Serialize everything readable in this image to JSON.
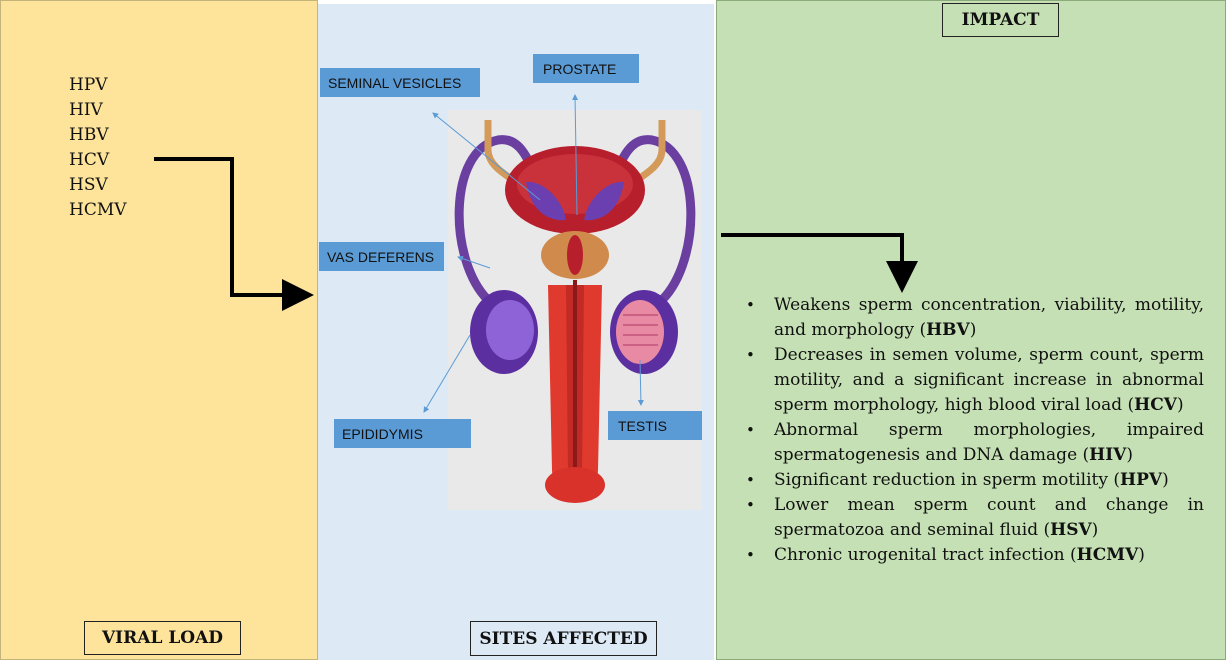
{
  "viral_load": {
    "caption": "VIRAL LOAD",
    "viruses": [
      "HPV",
      "HIV",
      "HBV",
      "HCV",
      "HSV",
      "HCMV"
    ]
  },
  "sites_affected": {
    "caption": "SITES AFFECTED",
    "labels": {
      "seminal_vesicles": "SEMINAL VESICLES",
      "prostate": "PROSTATE",
      "vas_deferens": "VAS DEFERENS",
      "epididymis": "EPIDIDYMIS",
      "testis": "TESTIS"
    }
  },
  "impact": {
    "caption": "IMPACT",
    "items": [
      {
        "text": "Weakens sperm concentration, viability, motility, and morphology (",
        "virus": "HBV",
        "close": ")"
      },
      {
        "text": "Decreases in semen volume, sperm count, sperm motility, and a significant increase in abnormal sperm morphology, high blood viral load (",
        "virus": "HCV",
        "close": ")"
      },
      {
        "text": "Abnormal sperm morphologies, impaired spermatogenesis and DNA damage (",
        "virus": "HIV",
        "close": ")"
      },
      {
        "text": "Significant reduction in sperm motility (",
        "virus": "HPV",
        "close": ")"
      },
      {
        "text": "Lower mean sperm count and change in spermatozoa and seminal fluid (",
        "virus": "HSV",
        "close": ")"
      },
      {
        "text": "Chronic urogenital tract infection (",
        "virus": "HCMV",
        "close": ")"
      }
    ]
  },
  "colors": {
    "viral_panel": "#fde49a",
    "sites_panel": "#dde9f5",
    "impact_panel": "#c5e0b4",
    "label_fill": "#5b9bd5",
    "ducts": "#6a3fa0",
    "tissue": "#d9322b"
  }
}
